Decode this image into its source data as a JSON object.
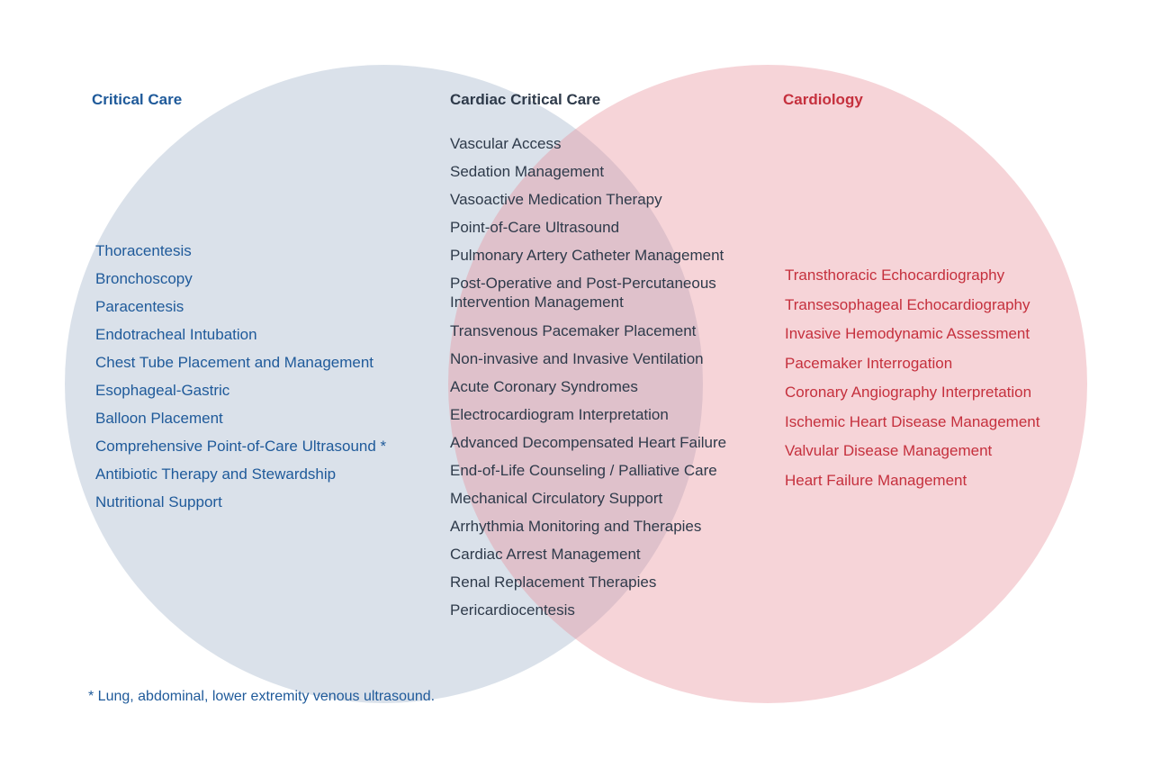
{
  "colors": {
    "critical_care": "#1f5a9a",
    "cardiac_critical_care": "#2e3a4a",
    "cardiology": "#c5303d",
    "left_circle_fill": "#c4cfdd",
    "right_circle_fill": "#e78e99"
  },
  "sets": {
    "critical_care": {
      "title": "Critical Care",
      "items": [
        "Thoracentesis",
        "Bronchoscopy",
        "Paracentesis",
        "Endotracheal Intubation",
        "Chest Tube Placement and Management",
        "Esophageal-Gastric",
        "Balloon Placement",
        "Comprehensive Point-of-Care Ultrasound *",
        "Antibiotic Therapy and Stewardship",
        "Nutritional Support"
      ]
    },
    "cardiac_critical_care": {
      "title": "Cardiac Critical Care",
      "items": [
        "Vascular Access",
        "Sedation Management",
        "Vasoactive Medication Therapy",
        "Point-of-Care Ultrasound",
        "Pulmonary Artery Catheter Management",
        "Post-Operative and Post-Percutaneous Intervention Management",
        "Transvenous Pacemaker Placement",
        "Non-invasive and Invasive Ventilation",
        "Acute Coronary Syndromes",
        "Electrocardiogram Interpretation",
        "Advanced Decompensated Heart Failure",
        "End-of-Life Counseling / Palliative Care",
        "Mechanical Circulatory Support",
        "Arrhythmia Monitoring and Therapies",
        "Cardiac Arrest Management",
        "Renal Replacement Therapies",
        "Pericardiocentesis"
      ]
    },
    "cardiology": {
      "title": "Cardiology",
      "items": [
        "Transthoracic Echocardiography",
        "Transesophageal Echocardiography",
        "Invasive Hemodynamic Assessment",
        "Pacemaker Interrogation",
        "Coronary Angiography Interpretation",
        "Ischemic Heart Disease Management",
        "Valvular Disease Management",
        "Heart Failure Management"
      ]
    }
  },
  "footnote": "* Lung, abdominal, lower extremity venous ultrasound."
}
